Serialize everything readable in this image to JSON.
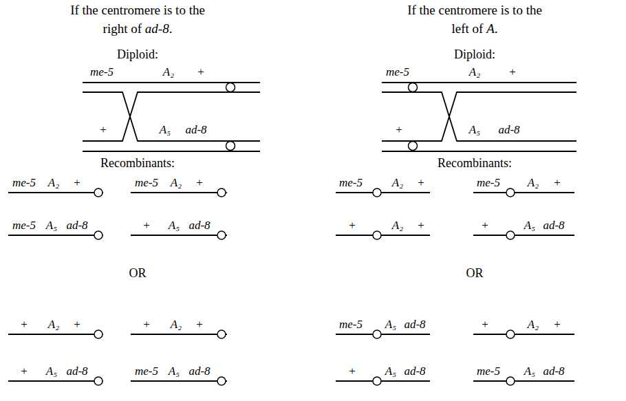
{
  "diagram": {
    "labels": [
      "If the centromere is to the right of ad-8.",
      "Diploid:",
      "me-5",
      "A₂",
      "+",
      "+",
      "A₅",
      "ad-8",
      "Recombinants:",
      "me-5",
      "A₂",
      "+",
      "me-5",
      "A₂",
      "+",
      "me-5",
      "A₅",
      "ad-8",
      "+",
      "A₅",
      "ad-8",
      "OR",
      "+",
      "A₂",
      "+",
      "+",
      "A₂",
      "+",
      "+",
      "A₅",
      "ad-8",
      "me-5",
      "A₅",
      "ad-8",
      "If the centromere is to the left of A.",
      "Diploid:",
      "me-5",
      "A₂",
      "+",
      "+",
      "A₅",
      "ad-8",
      "Recombinants:",
      "me-5",
      "A₂",
      "+",
      "me-5",
      "A₂",
      "+",
      "+",
      "A₂",
      "+",
      "+",
      "A₅",
      "ad-8",
      "OR",
      "me-5",
      "A₅",
      "ad-8",
      "+",
      "A₂",
      "+",
      "+",
      "A₅",
      "ad-8",
      "me-5",
      "A₅",
      "ad-8"
    ]
  }
}
